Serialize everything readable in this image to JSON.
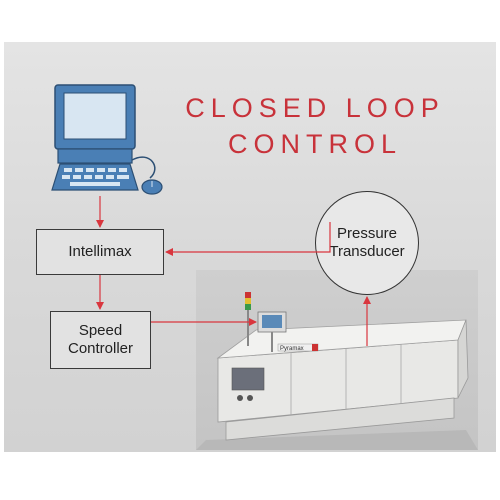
{
  "title": {
    "line1": "CLOSED LOOP",
    "line2": "CONTROL"
  },
  "nodes": {
    "intellimax": "Intellimax",
    "speed_controller": {
      "line1": "Speed",
      "line2": "Controller"
    },
    "pressure_transducer": {
      "line1": "Pressure",
      "line2": "Transducer"
    }
  },
  "machine_label": "Pyramax",
  "colors": {
    "title": "#c8323a",
    "arrow": "#d9363e",
    "monitor": "#4a7fb5"
  },
  "icons": [
    "computer-icon",
    "reflow-oven-image"
  ]
}
